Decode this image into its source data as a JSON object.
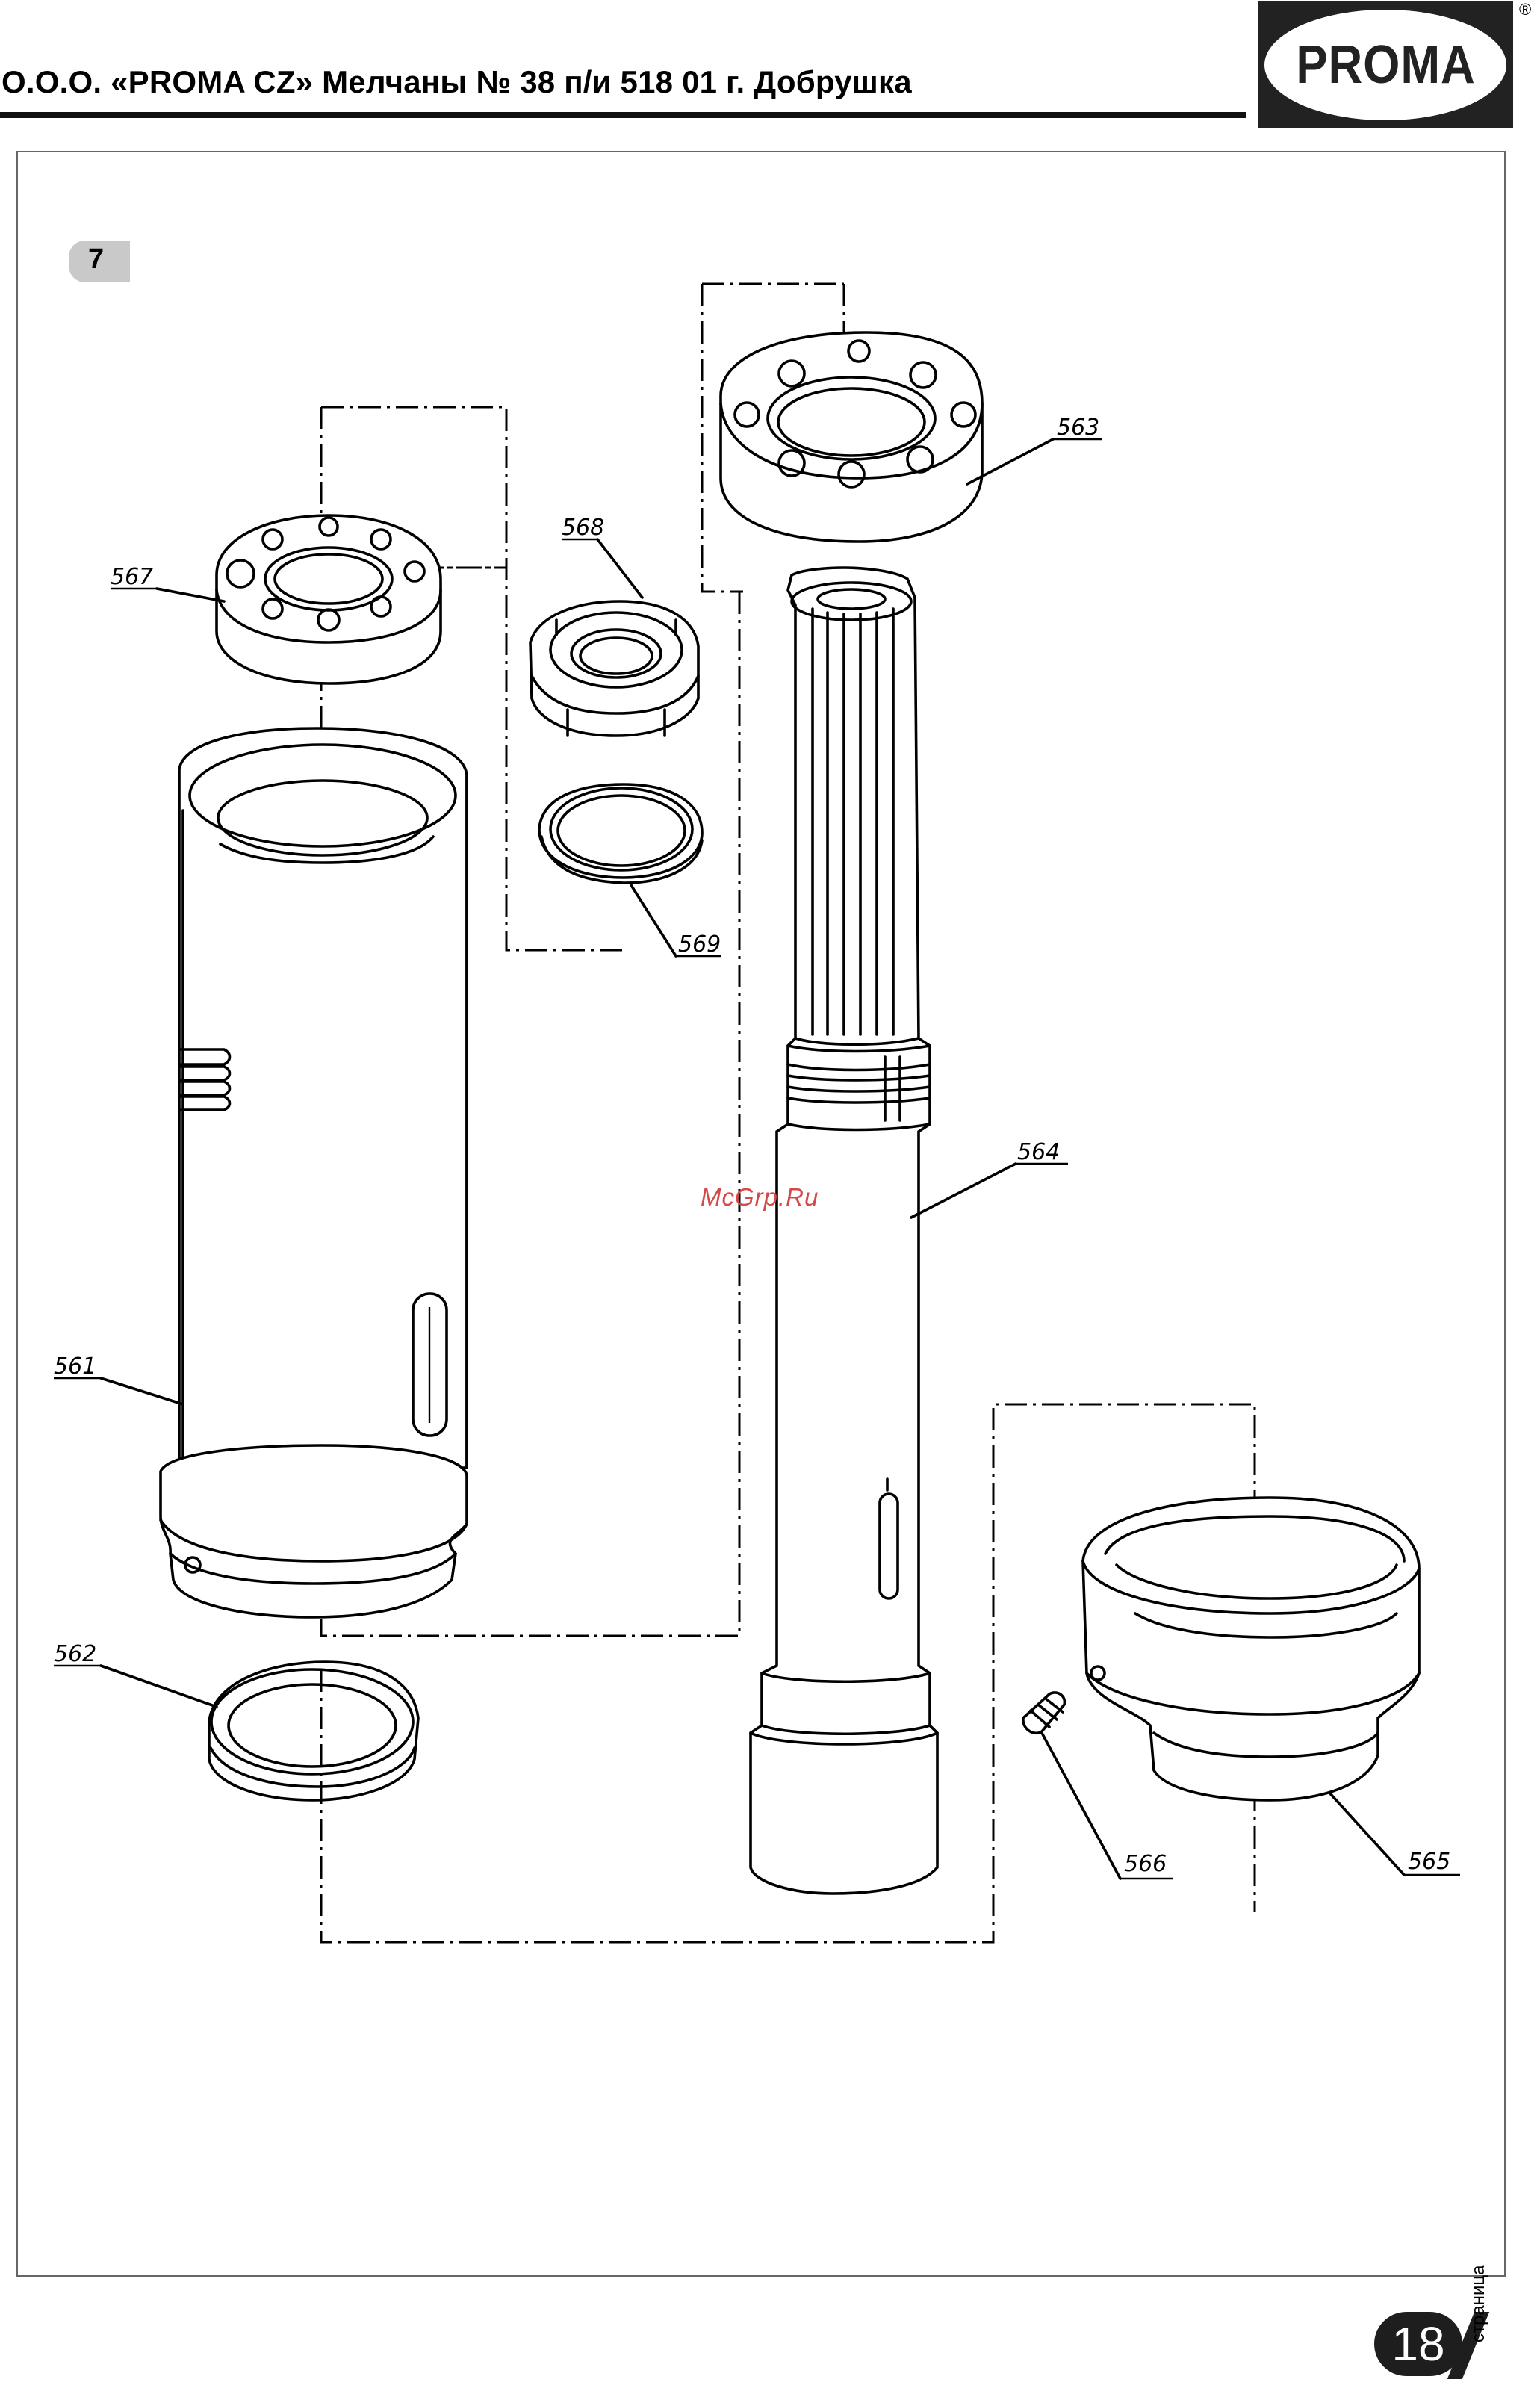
{
  "header": {
    "title": "О.О.О. «PROMA CZ» Мелчаны № 38 п/и 518 01 г. Добрушка"
  },
  "logo": {
    "text": "PROMA",
    "registered_mark": "®"
  },
  "section": {
    "number": "7"
  },
  "watermark": "McGrp.Ru",
  "parts": {
    "p561": "561",
    "p562": "562",
    "p563": "563",
    "p564": "564",
    "p565": "565",
    "p566": "566",
    "p567": "567",
    "p568": "568",
    "p569": "569"
  },
  "footer": {
    "page_number": "18",
    "page_word": "страница"
  }
}
